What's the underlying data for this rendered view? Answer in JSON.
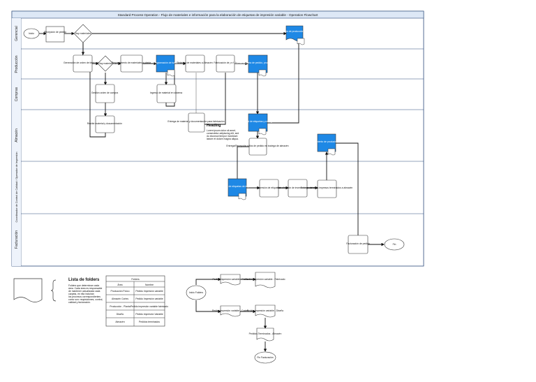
{
  "header": {
    "title": "Standard Process Operation - Flujo de materiales e información para la elaboración de etiquetas de impresión variable - Operation Flowchart"
  },
  "lanes": [
    {
      "id": "gerencial",
      "label": "Gerencial"
    },
    {
      "id": "produccion",
      "label": "Producción"
    },
    {
      "id": "compras",
      "label": "Compras"
    },
    {
      "id": "almacen",
      "label": "Almacén"
    },
    {
      "id": "control",
      "label": "Coordinador de Control de Calidad / Operador de Impresión"
    },
    {
      "id": "facturacion",
      "label": "Facturación"
    }
  ],
  "nodes": {
    "inicio": "Inicio",
    "recepcion_pedido": "Recepción de pedido",
    "hay_materiales": "Hay materiales",
    "autorizacion_gerencial": "Autorización de producción gerencial",
    "orden_fabricacion": "Generación de orden de fabricación",
    "hay_material": "Hay material",
    "requerimiento_materiales": "Requerimiento de materiales a planta",
    "programacion_turno": "Programación de turno",
    "relacion_materiales": "Relación de materiales a Almacén",
    "fabricacion_pedido": "Fabricación de pedido",
    "revision_pedido": "Revisión de etiqueta de pedido, productos y pruebas",
    "compra_materiales": "Gestión orden de compra",
    "recibir_material": "Recibir material y documentación",
    "ingreso_material": "Ingreso de material en sistema",
    "entrega_material": "Entrega de material y documentación para fabricación",
    "control_etiquetas": "Control de calidad de etiquetas y entrega a almacén",
    "entrega_rollo": "Entrega/Recepción rollos de pedido en bodega de almacén",
    "almacenamiento": "Almacenamiento de producto terminado",
    "solicitud_etiquetas": "Solicitud de etiquetas de impresión",
    "impresion_etiquetas": "Impresión de etiquetas",
    "actualizacion_sistema": "Actualización de inventario en sistema",
    "entrega_rollos_oficina": "Entrega de rollos impresos terminados a almacén",
    "facturacion_pedido": "Facturación de pedido",
    "fin": "Fin"
  },
  "annotation": {
    "heading": "Heading",
    "lines": [
      "Lorem ipsum dolor sit amet,",
      "consectetur adipiscing elit, sed",
      "do eiusmod tempor incididunt",
      "labore et dolore magna aliqua."
    ]
  },
  "legend": {
    "title": "Lista de folders",
    "lines": [
      "Folders que determinan cada",
      "área. Cada área es responsable",
      "de mantener actualizada cada",
      "carpeta, en ella incluirán",
      "los procesos correspondientes",
      "como son: requisiciones, control,",
      "calidad y facturación."
    ]
  },
  "folders_table": {
    "title": "Folders",
    "headers": [
      "Área",
      "Nombre"
    ],
    "rows": [
      [
        "Producción Físico",
        "Pedido Impresión variable"
      ],
      [
        "Almacén Cortes",
        "Pedido Impresión variable"
      ],
      [
        "Producción - Planta",
        "Pedido impresión variable fabricado"
      ],
      [
        "Diseño",
        "Pedido impresión Variable"
      ],
      [
        "Almacén",
        "Pedidos terminados"
      ]
    ]
  },
  "doc_flow": {
    "start": "Inicio Folders",
    "doc1": "Pedido impresión variable - Físico",
    "doc2": "Pedido impresión variable - Fabricado",
    "doc3": "Pedido impresión variable - Cortes",
    "doc4": "Pedido impresión variable - Diseño",
    "doc5": "Pedidos Terminados - Almacén",
    "end": "Fin Facturación"
  },
  "colors": {
    "accent_blue": "#1e88e5",
    "header_fill": "#dde8f6",
    "lane_label_fill": "#eef3fb",
    "lane_border": "#2b4a7a"
  }
}
